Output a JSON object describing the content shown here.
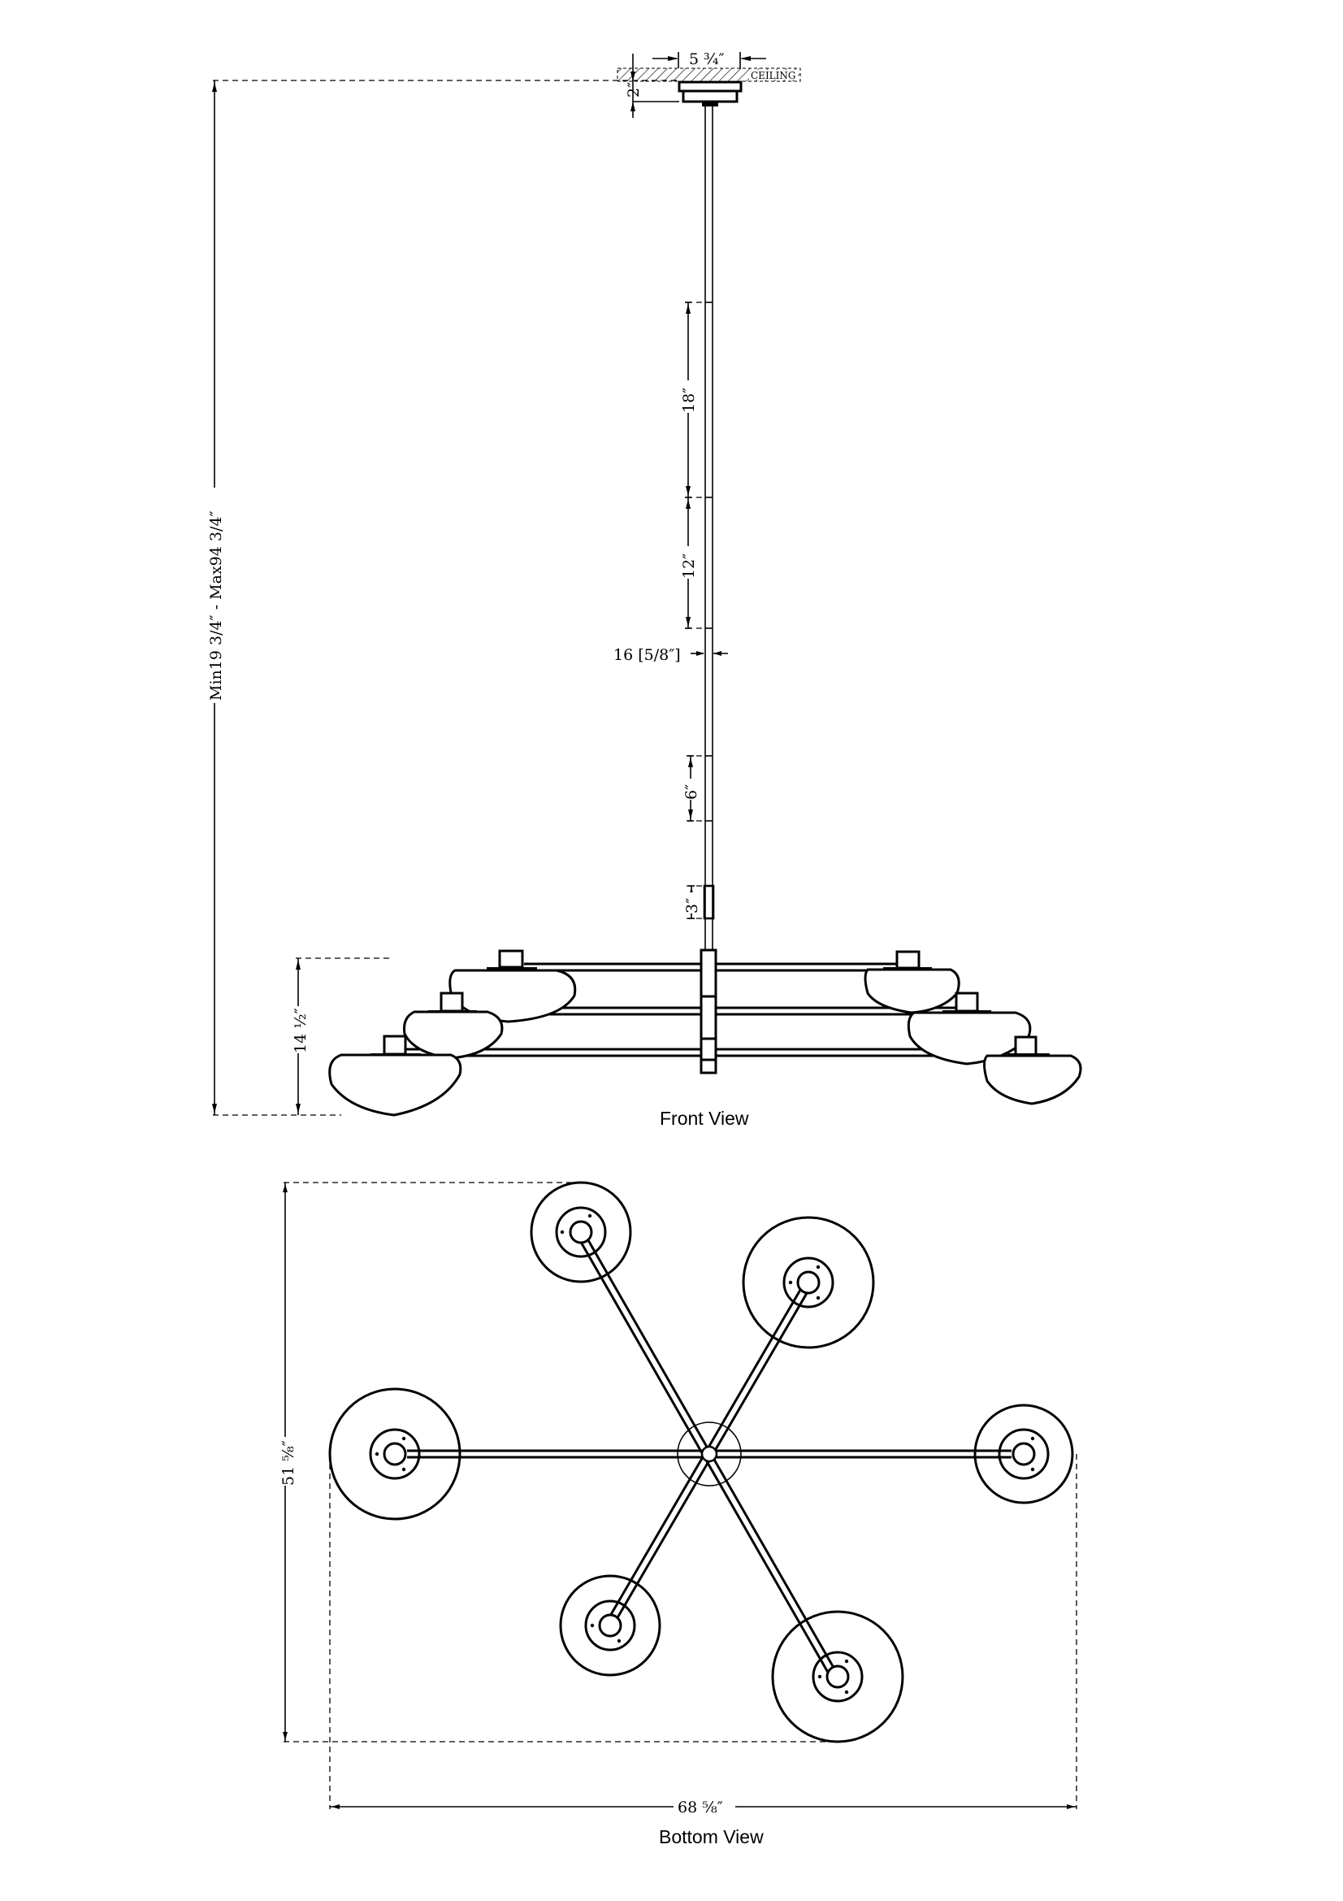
{
  "front_view": {
    "label": "Front View",
    "ceiling_label": "CEILING",
    "dimensions": {
      "canopy_width": "5 ¾″",
      "canopy_height": "2″",
      "overall_height": "Min19 3/4″ - Max94 3/4″",
      "rod_segment_1": "18″",
      "rod_segment_2": "12″",
      "rod_diameter": "16 [5/8″]",
      "rod_segment_3": "6″",
      "rod_segment_4": "3″",
      "body_height": "14 ½″"
    }
  },
  "bottom_view": {
    "label": "Bottom View",
    "dimensions": {
      "depth": "51 ⅝″",
      "width": "68 ⅝″"
    },
    "shade_count": 6
  },
  "colors": {
    "line": "#000000",
    "background": "#ffffff"
  }
}
